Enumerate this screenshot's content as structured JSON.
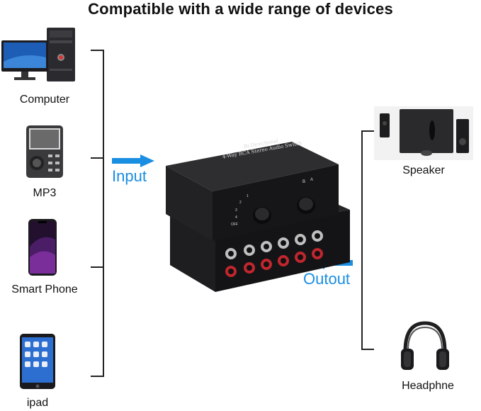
{
  "title": "Compatible with a wide range of devices",
  "devices_left": [
    {
      "label": "Computer",
      "icon": "computer-icon"
    },
    {
      "label": "MP3",
      "icon": "mp3-player-icon"
    },
    {
      "label": "Smart Phone",
      "icon": "smartphone-icon"
    },
    {
      "label": "ipad",
      "icon": "tablet-icon"
    }
  ],
  "devices_right": [
    {
      "label": "Speaker",
      "icon": "speaker-icon"
    },
    {
      "label": "Headphne",
      "icon": "headphone-icon"
    }
  ],
  "arrows": {
    "input_label": "Input",
    "output_label": "Outout",
    "color": "#1a8ee0"
  },
  "switch_box": {
    "line1": "Bi-Directional",
    "line2": "4-Way RCA Stereo Audio Switch",
    "knob_a_label": "A",
    "knob_b_label": "B",
    "positions": [
      "1",
      "2",
      "3",
      "4",
      "OFF"
    ]
  }
}
